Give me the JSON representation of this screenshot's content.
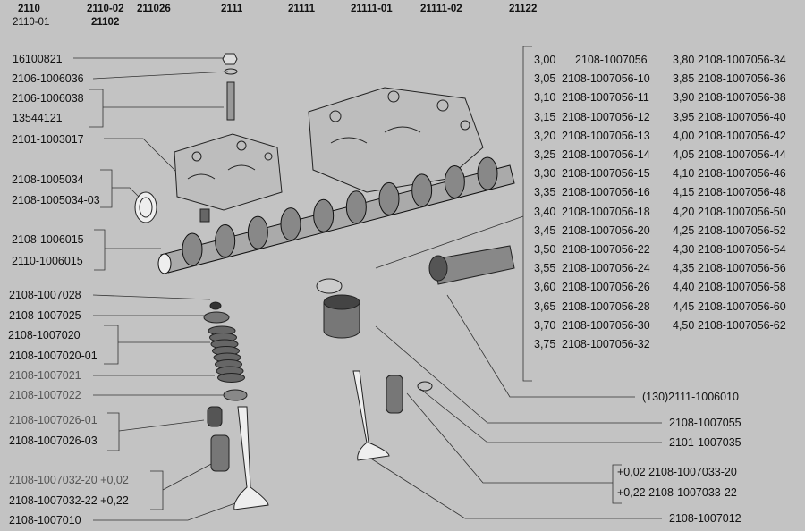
{
  "header": {
    "models_row1": [
      "2110",
      "2110-02",
      "211026",
      "2111",
      "21111",
      "21111-01",
      "21111-02",
      "21122"
    ],
    "models_row2": [
      "2110-01",
      "21102"
    ]
  },
  "left_labels": [
    "16100821",
    "2106-1006036",
    "2106-1006038",
    "13544121",
    "2101-1003017",
    "2108-1005034",
    "2108-1005034-03",
    "2108-1006015",
    "2110-1006015",
    "2108-1007028",
    "2108-1007025",
    "2108-1007020",
    "2108-1007020-01",
    "2108-1007021",
    "2108-1007022",
    "2108-1007026-01",
    "2108-1007026-03",
    "2108-1007032-20 +0,02",
    "2108-1007032-22 +0,22",
    "2108-1007010"
  ],
  "shim_table": {
    "col1": [
      {
        "size": "3,00",
        "part": "2108-1007056"
      },
      {
        "size": "3,05",
        "part": "2108-1007056-10"
      },
      {
        "size": "3,10",
        "part": "2108-1007056-11"
      },
      {
        "size": "3,15",
        "part": "2108-1007056-12"
      },
      {
        "size": "3,20",
        "part": "2108-1007056-13"
      },
      {
        "size": "3,25",
        "part": "2108-1007056-14"
      },
      {
        "size": "3,30",
        "part": "2108-1007056-15"
      },
      {
        "size": "3,35",
        "part": "2108-1007056-16"
      },
      {
        "size": "3,40",
        "part": "2108-1007056-18"
      },
      {
        "size": "3,45",
        "part": "2108-1007056-20"
      },
      {
        "size": "3,50",
        "part": "2108-1007056-22"
      },
      {
        "size": "3,55",
        "part": "2108-1007056-24"
      },
      {
        "size": "3,60",
        "part": "2108-1007056-26"
      },
      {
        "size": "3,65",
        "part": "2108-1007056-28"
      },
      {
        "size": "3,70",
        "part": "2108-1007056-30"
      },
      {
        "size": "3,75",
        "part": "2108-1007056-32"
      }
    ],
    "col2": [
      {
        "size": "3,80",
        "part": "2108-1007056-34"
      },
      {
        "size": "3,85",
        "part": "2108-1007056-36"
      },
      {
        "size": "3,90",
        "part": "2108-1007056-38"
      },
      {
        "size": "3,95",
        "part": "2108-1007056-40"
      },
      {
        "size": "4,00",
        "part": "2108-1007056-42"
      },
      {
        "size": "4,05",
        "part": "2108-1007056-44"
      },
      {
        "size": "4,10",
        "part": "2108-1007056-46"
      },
      {
        "size": "4,15",
        "part": "2108-1007056-48"
      },
      {
        "size": "4,20",
        "part": "2108-1007056-50"
      },
      {
        "size": "4,25",
        "part": "2108-1007056-52"
      },
      {
        "size": "4,30",
        "part": "2108-1007056-54"
      },
      {
        "size": "4,35",
        "part": "2108-1007056-56"
      },
      {
        "size": "4,40",
        "part": "2108-1007056-58"
      },
      {
        "size": "4,45",
        "part": "2108-1007056-60"
      },
      {
        "size": "4,50",
        "part": "2108-1007056-62"
      }
    ]
  },
  "right_labels": [
    "(130)2111-1006010",
    "2108-1007055",
    "2101-1007035",
    "+0,02 2108-1007033-20",
    "+0,22 2108-1007033-22",
    "2108-1007012"
  ]
}
